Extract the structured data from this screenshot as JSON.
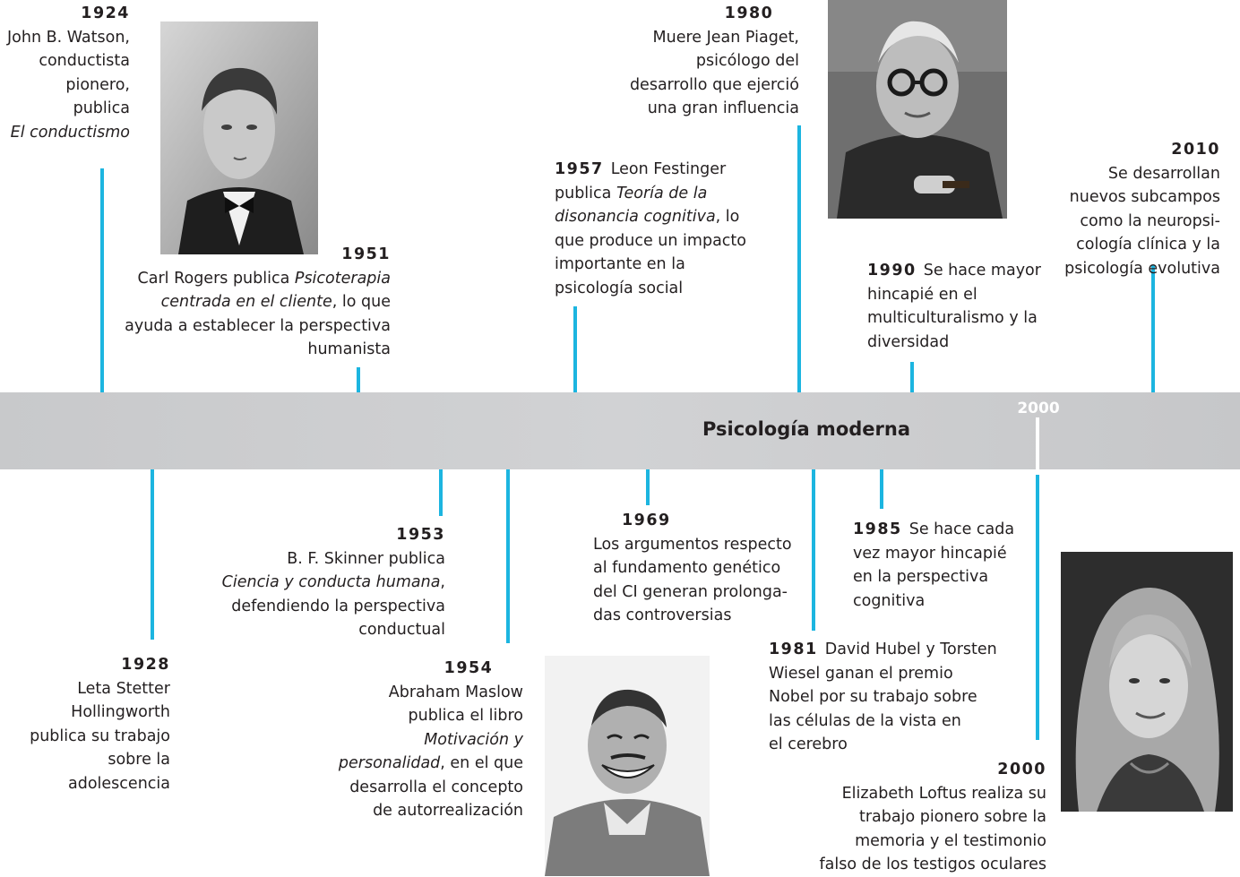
{
  "band": {
    "title": "Psicología moderna",
    "year_marker": "2000"
  },
  "colors": {
    "connector": "#1cb5e0",
    "band": "#cfd0d2",
    "text": "#231f20"
  },
  "events": {
    "e1924": {
      "year": "1924",
      "l1": "John B. Watson,",
      "l2": "conductista",
      "l3": "pionero,",
      "l4": "publica",
      "l5": "El conductismo"
    },
    "e1951": {
      "year": "1951",
      "l1a": "Carl Rogers publica ",
      "l1b": "Psicoterapia",
      "l2a": "centrada en el cliente",
      "l2b": ", lo que",
      "l3": "ayuda a establecer la perspectiva",
      "l4": "humanista"
    },
    "e1957": {
      "year": "1957",
      "l1": "Leon Festinger",
      "l2a": "publica ",
      "l2b": "Teoría de la",
      "l3a": "disonancia cognitiva",
      "l3b": ", lo",
      "l4": "que produce un impacto",
      "l5": "importante en la",
      "l6": "psicología social"
    },
    "e1980": {
      "year": "1980",
      "l1": "Muere Jean Piaget,",
      "l2": "psicólogo del",
      "l3": "desarrollo que ejerció",
      "l4": "una gran influencia"
    },
    "e1990": {
      "year": "1990",
      "l1": "Se hace mayor",
      "l2": "hincapié en el",
      "l3": "multiculturalismo y la",
      "l4": "diversidad"
    },
    "e2010": {
      "year": "2010",
      "l1": "Se desarrollan",
      "l2": "nuevos subcampos",
      "l3": "como la neuropsi-",
      "l4": "cología clínica y la",
      "l5": "psicología evolutiva"
    },
    "e1928": {
      "year": "1928",
      "l1": "Leta Stetter",
      "l2": "Hollingworth",
      "l3": "publica su trabajo",
      "l4": "sobre la",
      "l5": "adolescencia"
    },
    "e1953": {
      "year": "1953",
      "l1": "B. F. Skinner publica",
      "l2a": "Ciencia y conducta humana",
      "l2b": ",",
      "l3": "defendiendo la perspectiva",
      "l4": "conductual"
    },
    "e1954": {
      "year": "1954",
      "l1": "Abraham Maslow",
      "l2": "publica el libro",
      "l3": "Motivación y",
      "l4a": "personalidad",
      "l4b": ", en el que",
      "l5": "desarrolla el concepto",
      "l6": "de autorrealización"
    },
    "e1969": {
      "year": "1969",
      "l1": "Los argumentos respecto",
      "l2": "al fundamento genético",
      "l3": "del CI generan prolonga-",
      "l4": "das controversias"
    },
    "e1985": {
      "year": "1985",
      "l1": "Se hace cada",
      "l2": "vez mayor hincapié",
      "l3": "en la perspectiva",
      "l4": "cognitiva"
    },
    "e1981": {
      "year": "1981",
      "l1": "David Hubel y Torsten",
      "l2": "Wiesel ganan el premio",
      "l3": "Nobel por su trabajo sobre",
      "l4": "las células de la vista en",
      "l5": "el cerebro"
    },
    "e2000": {
      "year": "2000",
      "l1": "Elizabeth Loftus realiza su",
      "l2": "trabajo pionero sobre la",
      "l3": "memoria y el testimonio",
      "l4": "falso de los testigos oculares"
    }
  }
}
